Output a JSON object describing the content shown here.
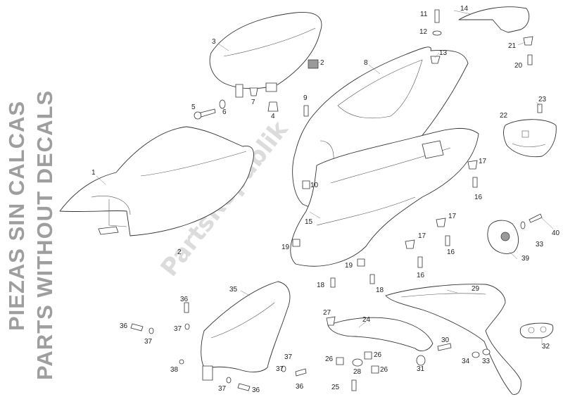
{
  "side_title": {
    "line1": "PIEZAS SIN CALCAS",
    "line2": "PARTS WITHOUT DECALS"
  },
  "watermark": "PartsRepublik",
  "callouts": {
    "c1": "1",
    "c2a": "2",
    "c2b": "2",
    "c3": "3",
    "c4": "4",
    "c5": "5",
    "c6": "6",
    "c7": "7",
    "c8": "8",
    "c9": "9",
    "c10": "10",
    "c11": "11",
    "c12": "12",
    "c13": "13",
    "c14": "14",
    "c15": "15",
    "c16a": "16",
    "c16b": "16",
    "c16c": "16",
    "c17a": "17",
    "c17b": "17",
    "c17c": "17",
    "c18a": "18",
    "c18b": "18",
    "c19a": "19",
    "c19b": "19",
    "c20": "20",
    "c21": "21",
    "c22": "22",
    "c23": "23",
    "c24": "24",
    "c25": "25",
    "c26a": "26",
    "c26b": "26",
    "c26c": "26",
    "c27": "27",
    "c28": "28",
    "c29": "29",
    "c30": "30",
    "c31": "31",
    "c32": "32",
    "c33a": "33",
    "c33b": "33",
    "c34": "34",
    "c35": "35",
    "c36a": "36",
    "c36b": "36",
    "c36c": "36",
    "c36d": "36",
    "c37a": "37",
    "c37b": "37",
    "c37c": "37",
    "c37d": "37",
    "c37e": "37",
    "c38": "38",
    "c39": "39",
    "c40": "40"
  }
}
